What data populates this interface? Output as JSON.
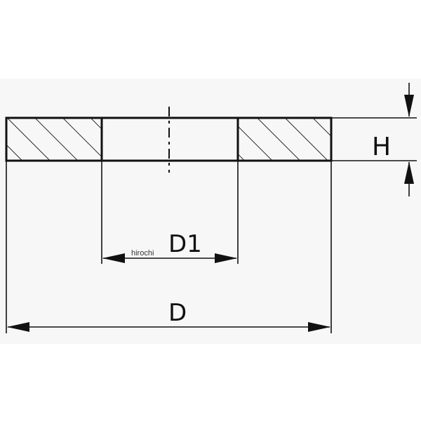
{
  "drawing": {
    "labels": {
      "outer_diameter": "D",
      "inner_diameter": "D1",
      "height": "H"
    },
    "watermark": "hirochi",
    "colors": {
      "line": "#111111",
      "background": "#ffffff",
      "panel": "#f7f7f7"
    }
  }
}
